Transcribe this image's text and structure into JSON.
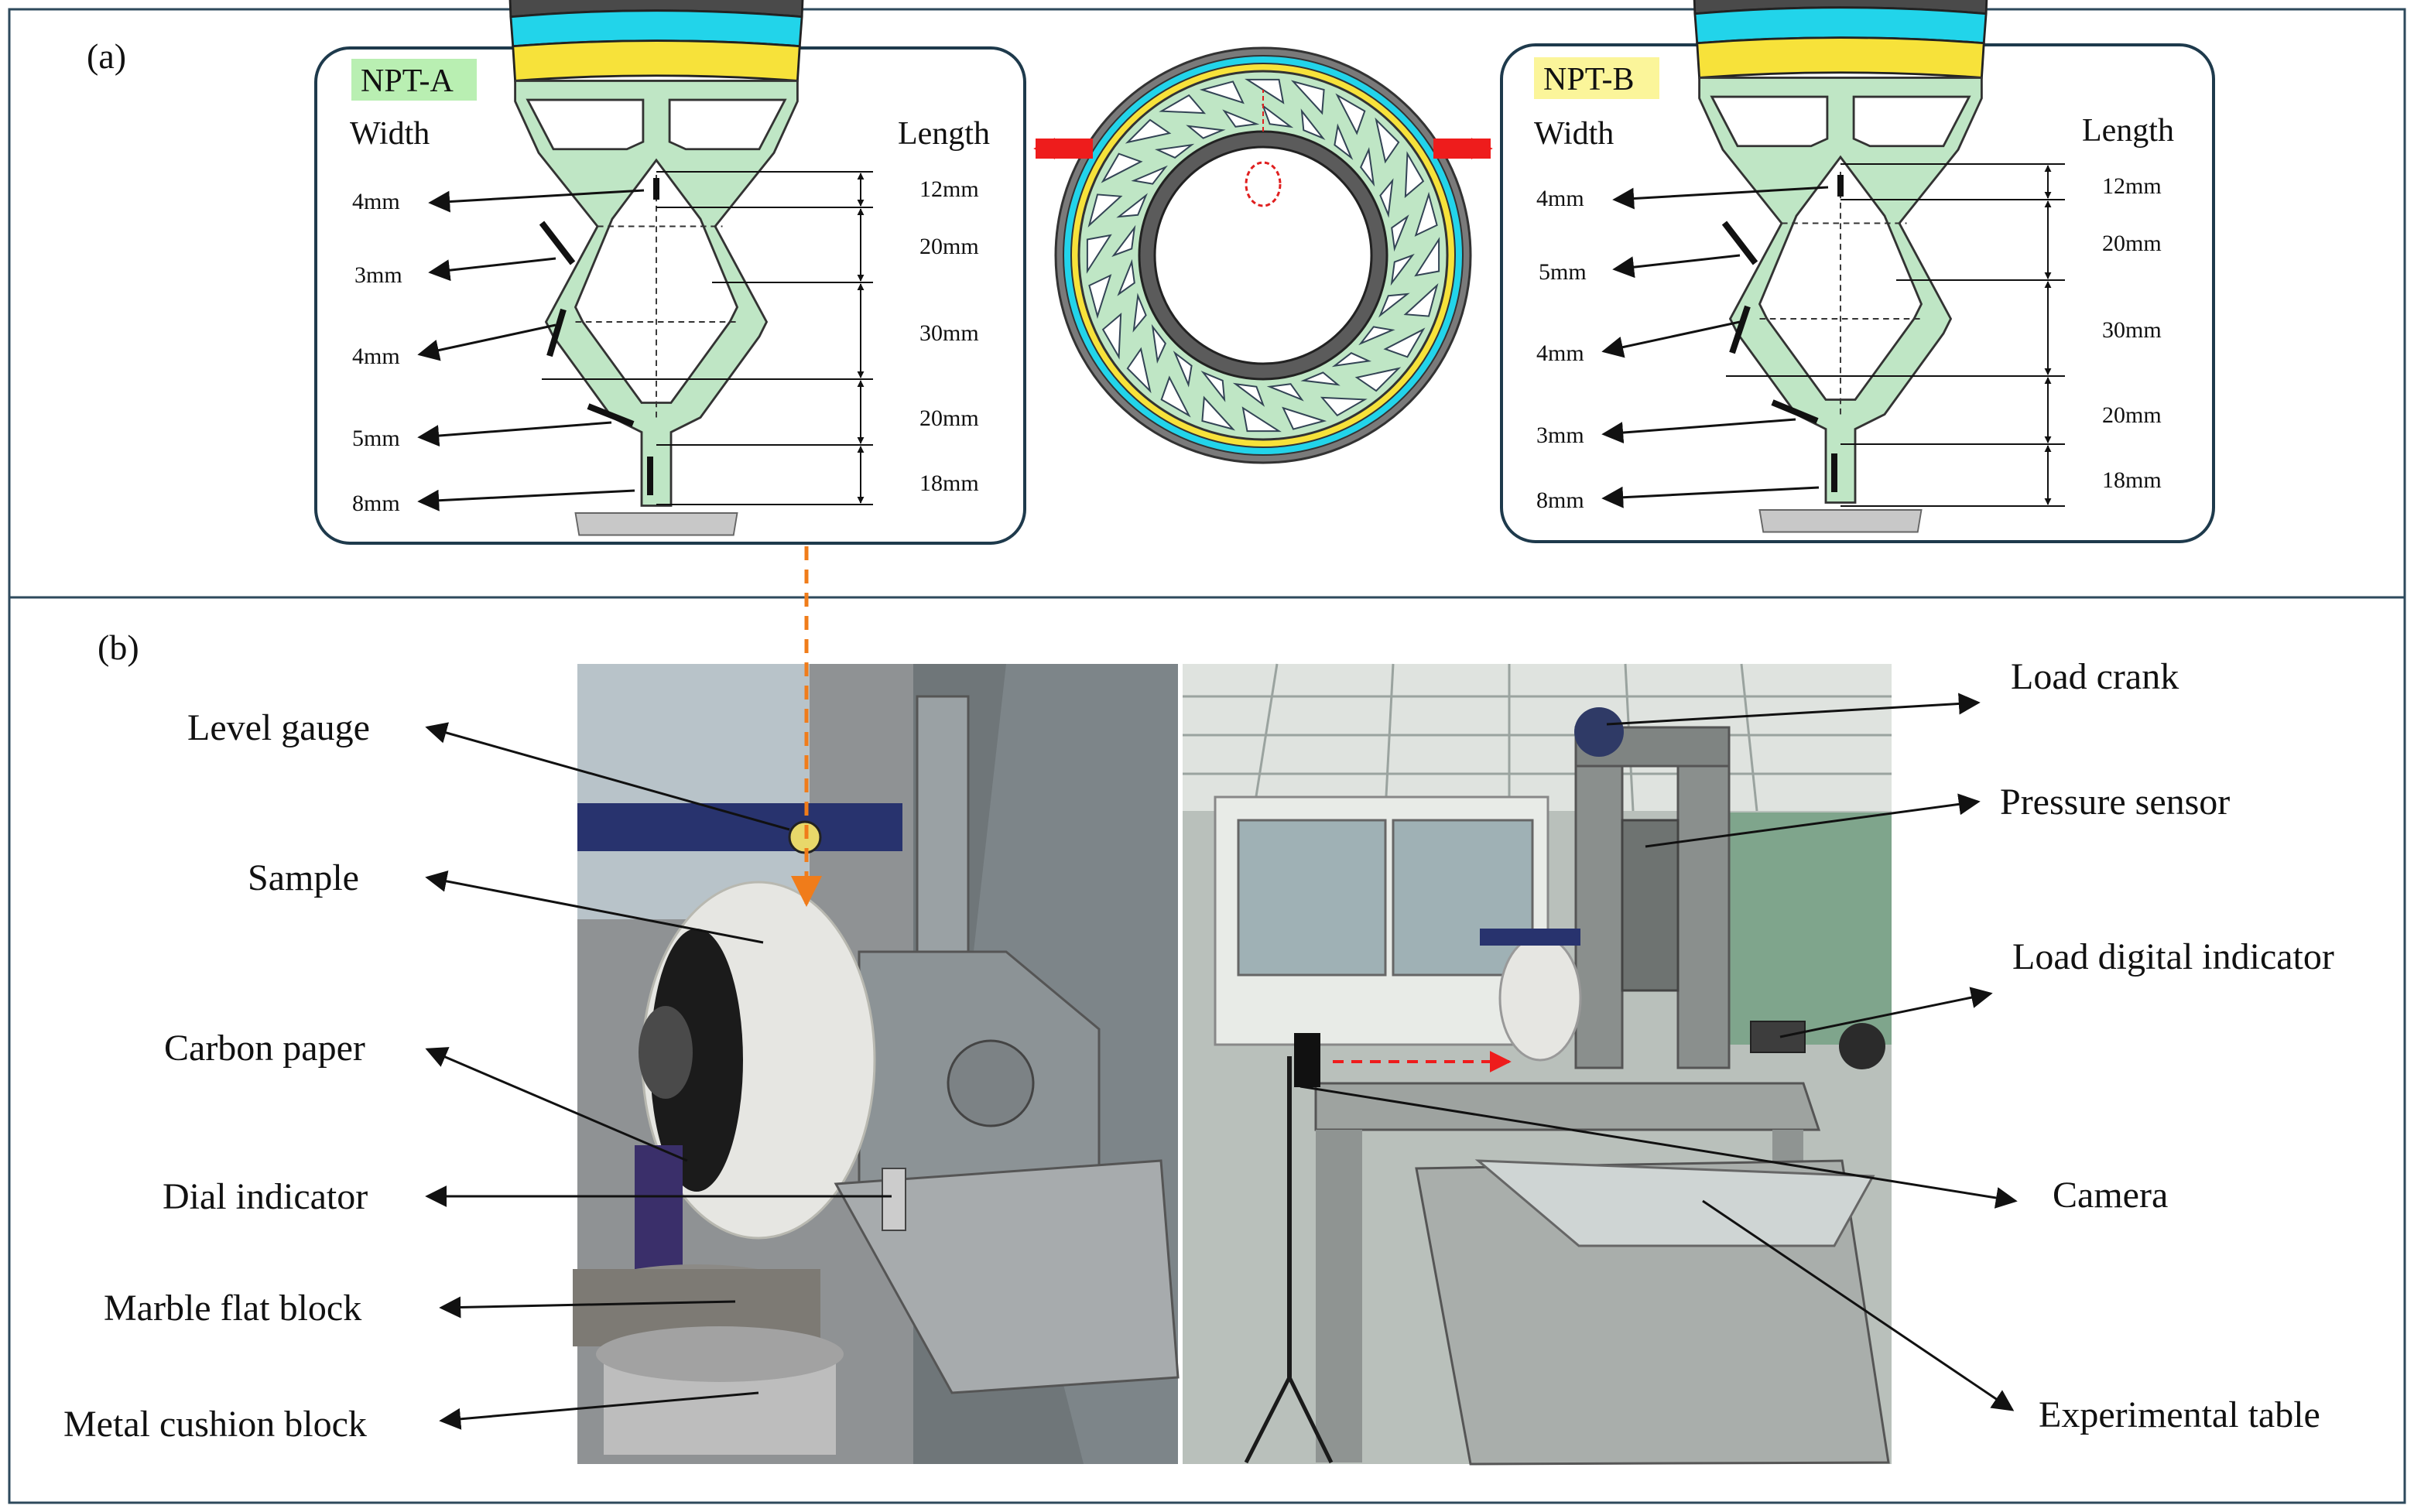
{
  "panel_a": {
    "label": "(a)",
    "npt_a": {
      "title": "NPT-A",
      "width_label": "Width",
      "length_label": "Length",
      "widths": [
        "4mm",
        "3mm",
        "4mm",
        "5mm",
        "8mm"
      ],
      "lengths": [
        "12mm",
        "20mm",
        "30mm",
        "20mm",
        "18mm"
      ]
    },
    "npt_b": {
      "title": "NPT-B",
      "width_label": "Width",
      "length_label": "Length",
      "widths": [
        "4mm",
        "5mm",
        "4mm",
        "3mm",
        "8mm"
      ],
      "lengths": [
        "12mm",
        "20mm",
        "30mm",
        "20mm",
        "18mm"
      ]
    }
  },
  "panel_b": {
    "label": "(b)",
    "left_labels": [
      "Level gauge",
      "Sample",
      "Carbon paper",
      "Dial indicator",
      "Marble flat block",
      "Metal cushion block"
    ],
    "right_labels": [
      "Load crank",
      "Pressure sensor",
      "Load digital indicator",
      "Camera",
      "Experimental table"
    ]
  },
  "colors": {
    "spoke_fill": "#bfe6c5",
    "tread_dark": "#4a4a4a",
    "tread_cyan": "#22d4ea",
    "tread_yellow": "#f7e23a",
    "title_a_bg": "#b9efb2",
    "title_b_bg": "#fbf59a",
    "frame": "#2e4a5c",
    "arrow_red": "#ee1c1c",
    "arrow_orange": "#f07c1a"
  }
}
